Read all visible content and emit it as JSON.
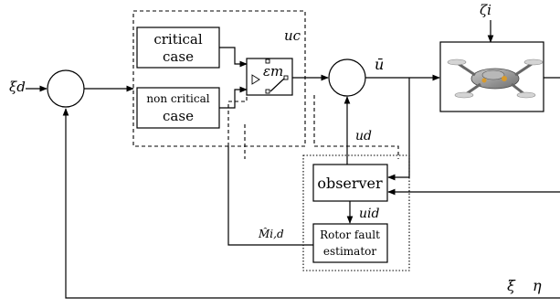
{
  "signals": {
    "xi_d": "ξd",
    "zeta_i": "ζi",
    "u_c": "uc",
    "u_bar": "ū",
    "u_d": "ud",
    "u_id": "uid",
    "m_hat": "M̂i,d",
    "epsilon_m": "εm",
    "xi": "ξ",
    "eta": "η"
  },
  "blocks": {
    "critical": [
      "critical",
      "case"
    ],
    "non_critical": [
      "non critical",
      "case"
    ],
    "observer": "observer",
    "rotor_fault": [
      "Rotor fault",
      "estimator"
    ]
  },
  "drone_image": "quadrotor-drone"
}
